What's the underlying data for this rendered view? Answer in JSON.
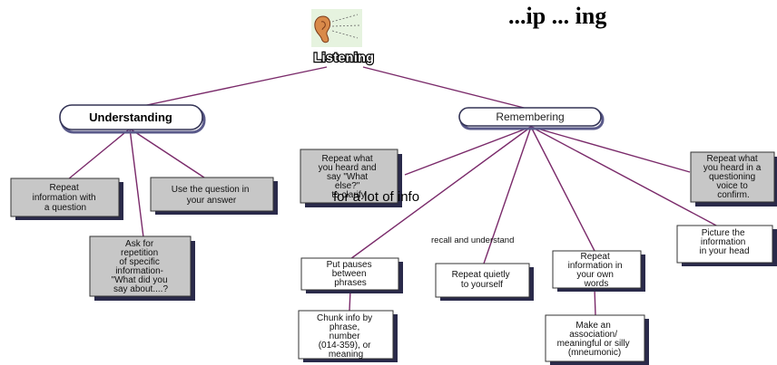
{
  "title": "...ip ... ing",
  "root": {
    "label": "Listening",
    "icon": "ear-icon"
  },
  "branches": {
    "understanding": {
      "label": "Understanding",
      "children": [
        {
          "id": "repeat-question",
          "lines": [
            "Repeat",
            "information with",
            "a question"
          ]
        },
        {
          "id": "ask-repetition",
          "lines": [
            "Ask for",
            "repetition",
            "of specific",
            "information-",
            "\"What did you",
            "say about....?"
          ]
        },
        {
          "id": "use-question",
          "lines": [
            "Use the question in",
            "your answer"
          ]
        }
      ]
    },
    "remembering": {
      "label": "Remembering",
      "children": [
        {
          "id": "repeat-clarify",
          "lines": [
            "Repeat what",
            "you heard and",
            "say   \"What",
            "else?\"",
            "to clarify"
          ]
        },
        {
          "id": "pauses",
          "lines": [
            "Put pauses",
            "between",
            "phrases"
          ]
        },
        {
          "id": "repeat-quietly",
          "lines": [
            "Repeat quietly",
            "to yourself"
          ]
        },
        {
          "id": "repeat-own-words",
          "lines": [
            "Repeat",
            "information in",
            "your own",
            "words"
          ]
        },
        {
          "id": "picture-info",
          "lines": [
            "Picture the",
            "information",
            "in your head"
          ]
        },
        {
          "id": "repeat-questioning",
          "lines": [
            "Repeat what",
            "you heard in a",
            "questioning",
            "voice to",
            "confirm."
          ]
        }
      ]
    }
  },
  "subnodes": [
    {
      "id": "chunk",
      "lines": [
        "Chunk info by",
        "phrase,",
        "number",
        "(014-359), or",
        "meaning"
      ]
    },
    {
      "id": "association",
      "lines": [
        "Make an",
        "association/",
        "meaningful or silly",
        "(mneumonic)"
      ]
    }
  ],
  "edge_labels": {
    "lot_of_info": "for a lot of info",
    "recall": "recall and understand"
  },
  "colors": {
    "edge": "#7a2a6a",
    "box_fill": "#c7c7c7",
    "shadow": "#2a2a4a"
  }
}
